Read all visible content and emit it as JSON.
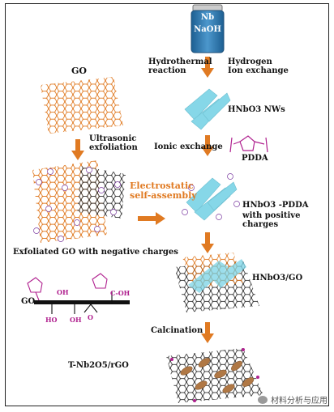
{
  "vial": {
    "line1": "Nb",
    "line2": "NaOH"
  },
  "steps": {
    "hydrothermal": "Hydrothermal\nreaction",
    "hydrogen": "Hydrogen\nIon exchange",
    "ionic": "Ionic exchange",
    "ultrasonic": "Ultrasonic\nexfoliation",
    "electrostatic": "Electrostatic\nself-assembly",
    "calcination": "Calcination"
  },
  "materials": {
    "go": "GO",
    "hnbo3_nws": "HNbO3 NWs",
    "pdda": "PDDA",
    "hnbo3_pdda_1": "HNbO3 -PDDA",
    "hnbo3_pdda_2": "with positive charges",
    "exfoliated_go": "Exfoliated GO with negative charges",
    "hnbo3_go": "HNbO3/GO",
    "t_nb2o5": "T-Nb2O5/rGO",
    "go_label": "GO"
  },
  "chem_groups": {
    "oh1": "OH",
    "oh2": "OH",
    "ho": "HO",
    "cooh": "C-OH",
    "o": "O"
  },
  "watermark": "材料分析与应用",
  "colors": {
    "orange": "#e07a22",
    "magenta": "#b0218f",
    "cyan": "#7ad3e6",
    "gray": "#555555",
    "arrow": "#e07a22"
  }
}
